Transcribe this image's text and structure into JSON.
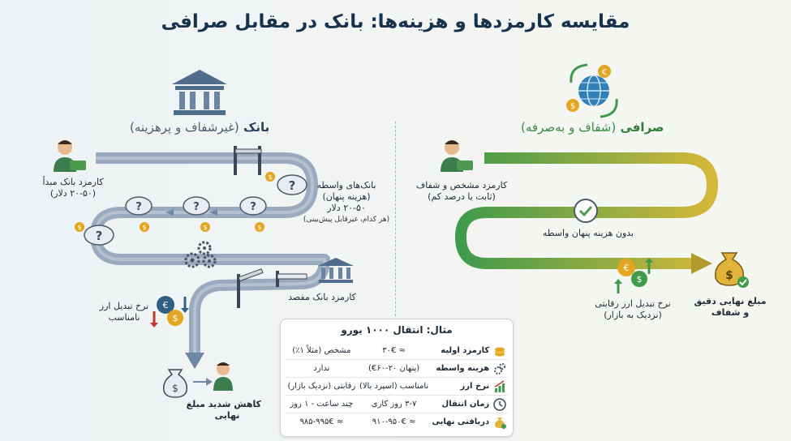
{
  "title": "مقایسه کارمزدها و هزینه‌ها: بانک در مقابل صرافی",
  "bank": {
    "heading": "بانک",
    "heading_note": "(غیرشفاف و پرهزینه)",
    "origin_fee": "کارمزد بانک مبدأ",
    "origin_fee_amount": "(۲۰-۵۰ دلار)",
    "intermediary": "بانک‌های واسطه",
    "intermediary_hidden": "(هزینه پنهان)",
    "intermediary_amount": "۲۰-۵۰ دلار",
    "intermediary_note": "(هر کدام، غیرقابل پیش‌بینی)",
    "dest_fee": "کارمزد بانک مقصد",
    "rate": "نرخ تبدیل ارز",
    "rate_quality": "نامناسب",
    "reduced": "کاهش شدید مبلغ",
    "reduced2": "نهایی"
  },
  "exchange": {
    "heading": "صرافی",
    "heading_note": "(شفاف و به‌صرفه)",
    "fee": "کارمزد مشخص و شفاف",
    "fee_note": "(ثابت یا درصد کم)",
    "no_hidden": "بدون هزینه پنهان واسطه",
    "rate": "نرخ تبدیل ارز رقابتی",
    "rate_note": "(نزدیک به بازار)",
    "final": "مبلغ نهایی دقیق",
    "final2": "و شفاف"
  },
  "example": {
    "title": "مثال: انتقال ۱۰۰۰ یورو",
    "rows": [
      {
        "label": "کارمزد اولیه",
        "bank": "≈ ۳۰€",
        "exchange": "مشخص (مثلاً ۱٪)",
        "icon": "coins-icon"
      },
      {
        "label": "هزینه واسطه",
        "bank": "(پنهان ۲۰-۶۰€)",
        "exchange": "ندارد",
        "icon": "gears-icon"
      },
      {
        "label": "نرخ ارز",
        "bank": "نامناسب (اسپرد بالا)",
        "exchange": "رقابتی (نزدیک بازار)",
        "icon": "chart-icon"
      },
      {
        "label": "زمان انتقال",
        "bank": "۳-۷ روز کاری",
        "exchange": "چند ساعت - ۱ روز",
        "icon": "clock-icon"
      },
      {
        "label": "دریافتی نهایی",
        "bank": "≈ ۹۱۰-۹۵۰€",
        "exchange": "≈ ۹۸۵-۹۹۵€",
        "icon": "money-bag-icon"
      }
    ]
  },
  "colors": {
    "bank_flow": "#7e93ab",
    "exchange_flow_start": "#3f9a4c",
    "exchange_flow_end": "#d4b83a",
    "title": "#17324d"
  }
}
